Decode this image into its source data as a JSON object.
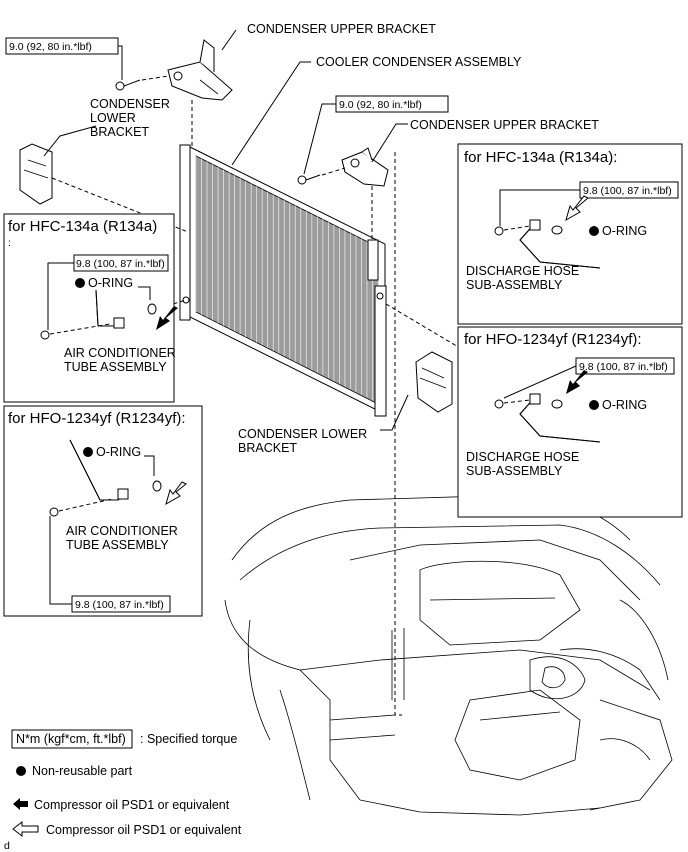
{
  "labels": {
    "condenser_upper_bracket_top": "CONDENSER UPPER BRACKET",
    "cooler_condenser_assembly": "COOLER CONDENSER ASSEMBLY",
    "condenser_upper_bracket_right": "CONDENSER UPPER BRACKET",
    "condenser_lower_bracket_left": [
      "CONDENSER",
      "LOWER",
      "BRACKET"
    ],
    "condenser_lower_bracket_center": [
      "CONDENSER LOWER",
      "BRACKET"
    ]
  },
  "torques": {
    "bracket_left": "9.0 (92, 80 in.*lbf)",
    "bracket_right": "9.0 (92, 80 in.*lbf)",
    "tube_r134a": "9.8 (100, 87 in.*lbf)",
    "tube_r1234yf": "9.8 (100, 87 in.*lbf)",
    "hose_r134a": "9.8 (100, 87 in.*lbf)",
    "hose_r1234yf": "9.8 (100, 87 in.*lbf)"
  },
  "panels": {
    "left_r134a": {
      "title": "for HFC-134a (R134a)",
      "oring": "O-RING",
      "part": [
        "AIR CONDITIONER",
        "TUBE ASSEMBLY"
      ]
    },
    "left_r1234yf": {
      "title": "for HFO-1234yf (R1234yf):",
      "oring": "O-RING",
      "part": [
        "AIR CONDITIONER",
        "TUBE ASSEMBLY"
      ]
    },
    "right_r134a": {
      "title": "for HFC-134a (R134a):",
      "oring": "O-RING",
      "part": [
        "DISCHARGE HOSE",
        "SUB-ASSEMBLY"
      ]
    },
    "right_r1234yf": {
      "title": "for HFO-1234yf (R1234yf):",
      "oring": "O-RING",
      "part": [
        "DISCHARGE HOSE",
        "SUB-ASSEMBLY"
      ]
    }
  },
  "legend": {
    "torque_box": "N*m (kgf*cm, ft.*lbf)",
    "torque_text": ": Specified torque",
    "non_reusable": "Non-reusable part",
    "oil_filled": "Compressor oil PSD1 or equivalent",
    "oil_outline": "Compressor oil PSD1 or equivalent"
  },
  "footer_mark": "d"
}
